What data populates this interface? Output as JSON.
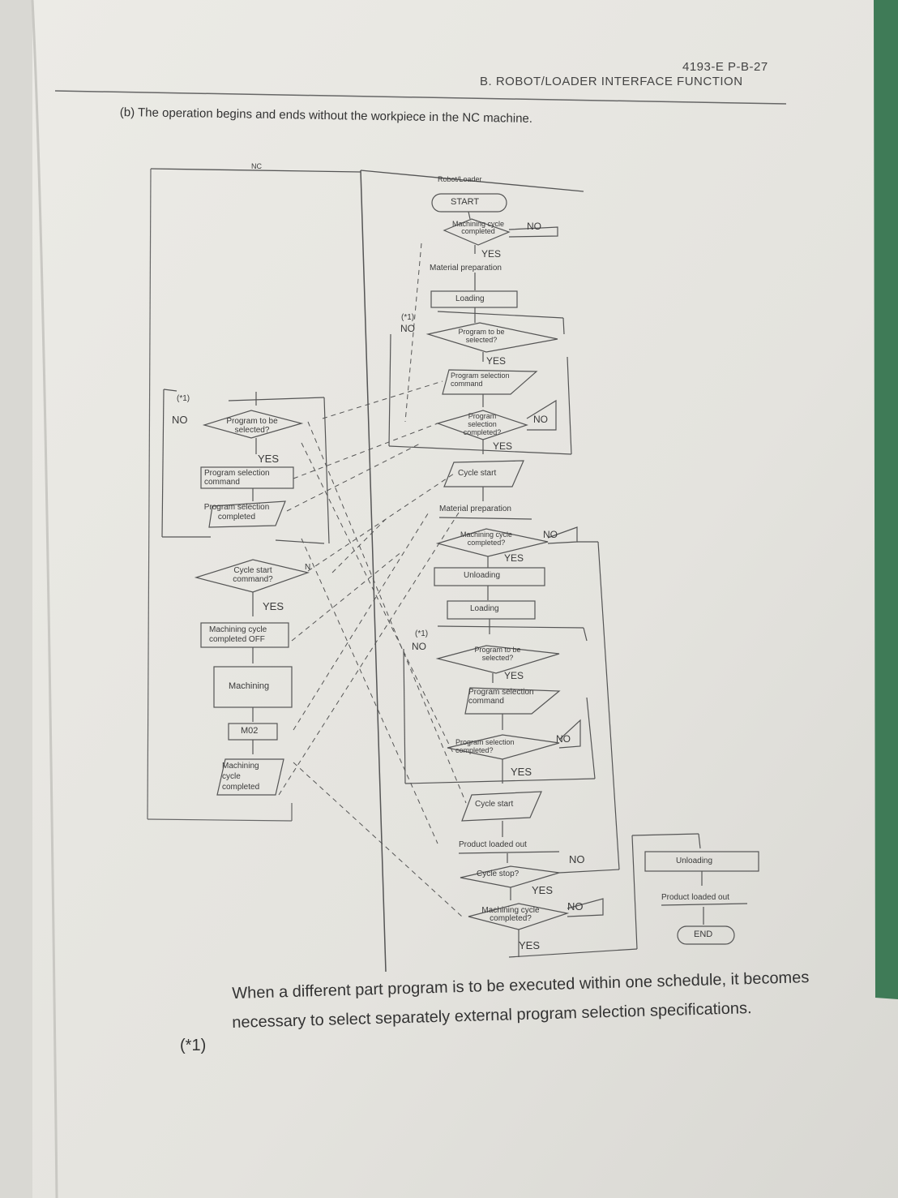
{
  "header": {
    "doc_code": "4193-E P-B-27",
    "section_title": "B. ROBOT/LOADER INTERFACE FUNCTION"
  },
  "section_heading": "(b)  The operation begins and ends without the workpiece in the NC machine.",
  "flowchart": {
    "nc_header": "NC",
    "robot_header": "Robot/Loader",
    "labels": {
      "start": "START",
      "end": "END",
      "yes": "YES",
      "no": "NO",
      "note_ref": "(*1)",
      "n_short": "N"
    },
    "nc": {
      "program_to_be_selected": "Program to be selected?",
      "program_selection_command": "Program selection command",
      "program_selection_completed": "Program selection completed",
      "cycle_start_command": "Cycle start command?",
      "machining_cycle_completed_off": "Machining cycle completed OFF",
      "machining": "Machining",
      "m02": "M02",
      "machining_cycle_completed": "Machining cycle completed"
    },
    "robot": {
      "machining_cycle_completed_q1": "Machining cycle completed",
      "material_preparation": "Material preparation",
      "loading": "Loading",
      "program_to_be_selected": "Program to be selected?",
      "program_selection_command": "Program selection command",
      "program_selection_completed": "Program selection completed?",
      "cycle_start": "Cycle start",
      "machining_cycle_completed_q2": "Machining cycle completed?",
      "unloading": "Unloading",
      "product_loaded_out": "Product loaded out",
      "cycle_stop": "Cycle stop?",
      "machining_cycle_completed_q3": "Machining cycle completed?"
    }
  },
  "footnote": {
    "marker": "(*1)",
    "line1": "When a different part program is to be executed within one schedule, it becomes",
    "line2": "necessary to select separately external program selection specifications."
  }
}
